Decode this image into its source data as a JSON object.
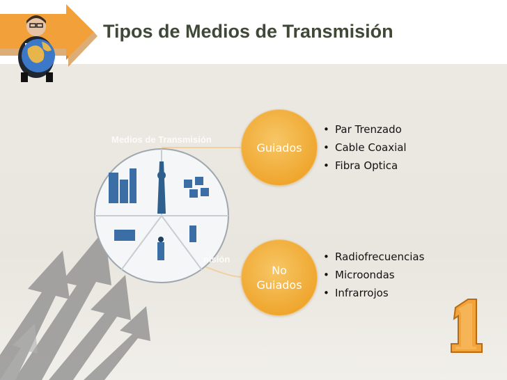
{
  "slide": {
    "title": "Tipos de Medios de Transmisión",
    "wheel_caption_top": "Medios de Transmisión",
    "wheel_caption_bottom": "nisión"
  },
  "branches": [
    {
      "label_lines": [
        "Guiados"
      ],
      "items": [
        "Par Trenzado",
        "Cable Coaxial",
        "Fibra Optica"
      ]
    },
    {
      "label_lines": [
        "No",
        "Guiados"
      ],
      "items": [
        "Radiofrecuencias",
        "Microondas",
        "Infrarrojos"
      ]
    }
  ],
  "colors": {
    "circle_fill": "#efa72f",
    "title": "#404838",
    "panel": "#ece9e3",
    "arrow_gray": "#8a8a8a",
    "accent_orange": "#f0a33a",
    "connector": "#f3cfa0"
  },
  "icons": [
    "businessman-globe-icon",
    "orange-arrow-icon",
    "gray-arrows-icon",
    "number-one-icon",
    "telecom-network-wheel-icon"
  ]
}
